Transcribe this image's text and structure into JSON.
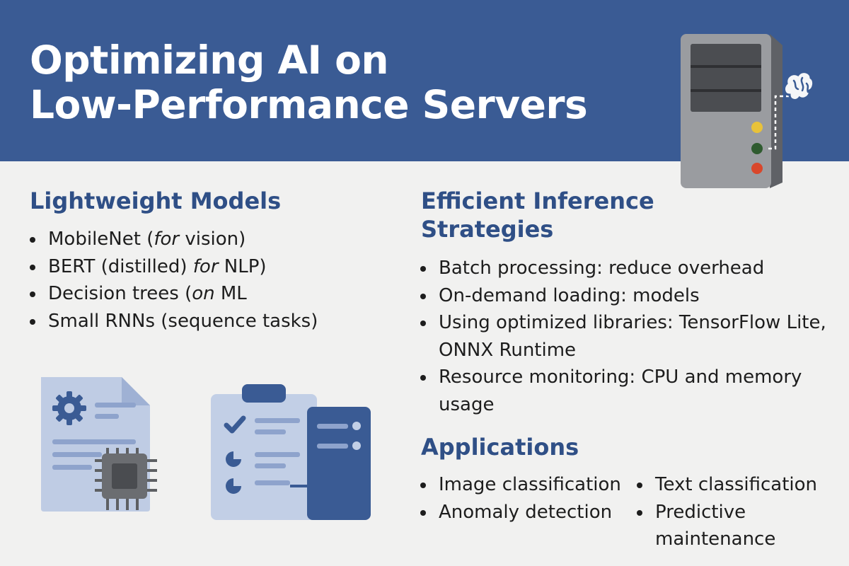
{
  "title": {
    "line1": "Optimizing AI on",
    "line2": "Low-Performance Servers"
  },
  "lightweight": {
    "heading": "Lightweight Models",
    "items": [
      {
        "pre": "MobileNet (",
        "em": "for",
        "post": " vision)"
      },
      {
        "pre": "BERT (distilled) ",
        "em": "for",
        "post": " NLP)"
      },
      {
        "pre": "Decision trees (",
        "em": "on",
        "post": " ML"
      },
      {
        "pre": "Small RNNs (sequence tasks)",
        "em": "",
        "post": ""
      }
    ]
  },
  "inference": {
    "heading": "Efficient Inference Strategies",
    "items": [
      "Batch processing: reduce overhead",
      "On-demand loading: models",
      "Using optimized libraries: TensorFlow Lite, ONNX Runtime",
      "Resource monitoring: CPU and memory usage"
    ]
  },
  "applications": {
    "heading": "Applications",
    "col1": [
      "Image classification",
      "Anomaly detection"
    ],
    "col2": [
      "Text classification",
      "Predictive maintenance"
    ]
  },
  "icons": {
    "server": "server-tower-icon",
    "brain": "brain-icon",
    "document": "document-gear-chip-icon",
    "clipboard": "clipboard-checklist-server-icon"
  },
  "colors": {
    "header": "#3a5b94",
    "heading": "#2f4f86",
    "background": "#f1f1f0"
  }
}
